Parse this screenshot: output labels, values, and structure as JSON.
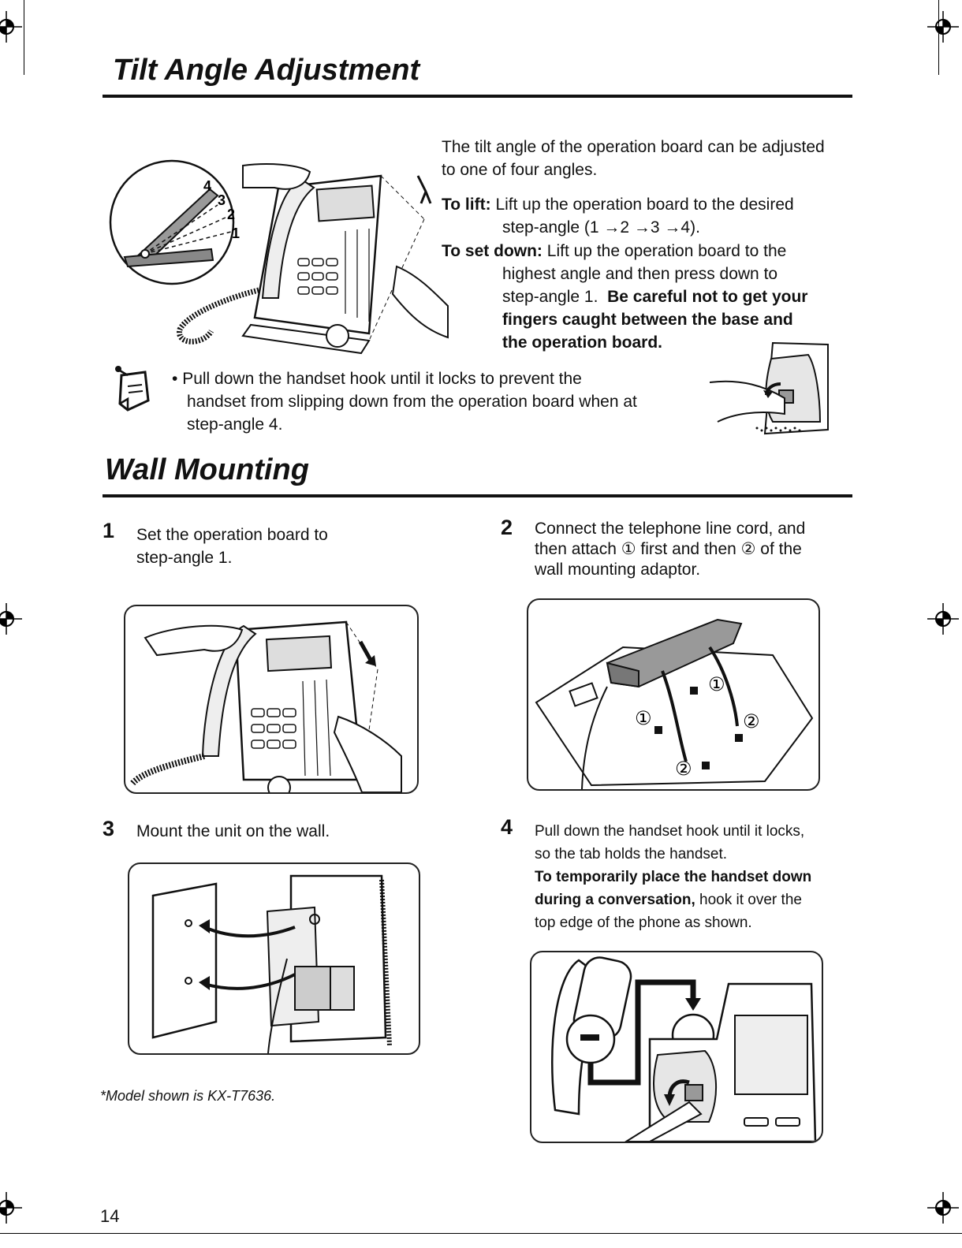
{
  "tilt": {
    "heading": "Tilt Angle Adjustment",
    "intro": "The tilt angle of the operation board can be adjusted to one of four angles.",
    "lift_label": "To lift:",
    "lift_text_1": "Lift up the operation board to the desired",
    "lift_text_2": "step-angle (1 →2  →3 →4).",
    "setdown_label": "To set down:",
    "setdown_text_1": "Lift up the operation board to the",
    "setdown_text_2": "highest angle and then press down to",
    "setdown_text_3": "step-angle 1.",
    "setdown_bold_1": "Be careful not to get your",
    "setdown_bold_2": "fingers caught between the base and",
    "setdown_bold_3": "the operation board.",
    "angle_labels": [
      "4",
      "3",
      "2",
      "1"
    ],
    "note_bullet": "•",
    "note_1": "Pull down the handset hook until it locks to prevent the",
    "note_2": "handset from slipping down from the operation board when at",
    "note_3": "step-angle 4."
  },
  "wall": {
    "heading": "Wall Mounting",
    "steps": [
      {
        "num": "1",
        "lines": [
          "Set the operation board to",
          "step-angle 1."
        ]
      },
      {
        "num": "2",
        "lines": [
          "Connect the telephone line cord, and",
          "then attach ① first and then ② of the",
          "wall mounting adaptor."
        ]
      },
      {
        "num": "3",
        "lines": [
          "Mount the unit on the wall."
        ]
      },
      {
        "num": "4",
        "lines": [
          "Pull down the handset hook until it locks,",
          "so the tab holds the handset."
        ],
        "bold_1": "To temporarily place the handset down",
        "bold_2": "during a conversation,",
        "tail_2": " hook it over the",
        "tail_3": "top edge of the phone as shown."
      }
    ],
    "circled_1": "①",
    "circled_2": "②",
    "footnote_star": "*",
    "footnote": "Model shown is KX-T7636."
  },
  "page_number": "14",
  "icons": [
    "registration-mark-icon",
    "note-icon"
  ]
}
